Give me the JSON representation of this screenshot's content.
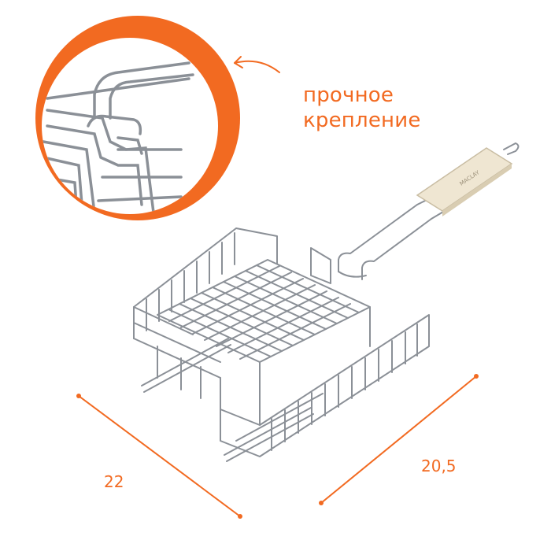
{
  "caption": {
    "line1": "прочное",
    "line2": "крепление"
  },
  "dimensions": {
    "width_label": "22",
    "depth_label": "20,5"
  },
  "handle_logo": {
    "text": "MACLAY"
  },
  "colors": {
    "accent": "#f26a21",
    "wire": "#8a8f96",
    "wood": "#efe6d2"
  },
  "icons": [
    "curved-arrow-icon",
    "zoom-callout"
  ]
}
